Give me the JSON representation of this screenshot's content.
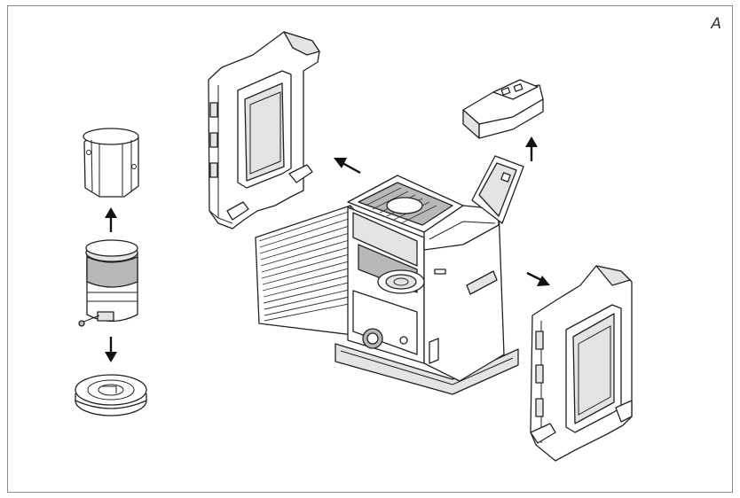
{
  "figure": {
    "label": "A"
  },
  "parts": [
    {
      "id": "burner-shield",
      "icon": "burner-shield-icon"
    },
    {
      "id": "wick-burner-assembly",
      "icon": "wick-burner-icon"
    },
    {
      "id": "burner-base-plate",
      "icon": "base-plate-icon"
    },
    {
      "id": "left-side-panel",
      "icon": "side-panel-icon"
    },
    {
      "id": "front-grille-door",
      "icon": "grille-door-icon"
    },
    {
      "id": "heater-body",
      "icon": "heater-body-icon"
    },
    {
      "id": "top-lid-flap",
      "icon": "lid-flap-icon"
    },
    {
      "id": "control-knob-cover",
      "icon": "knob-cover-icon"
    },
    {
      "id": "right-side-panel",
      "icon": "side-panel-icon"
    }
  ],
  "colors": {
    "frame": "#8c8c8c",
    "line": "#222222",
    "arrow": "#111111"
  }
}
